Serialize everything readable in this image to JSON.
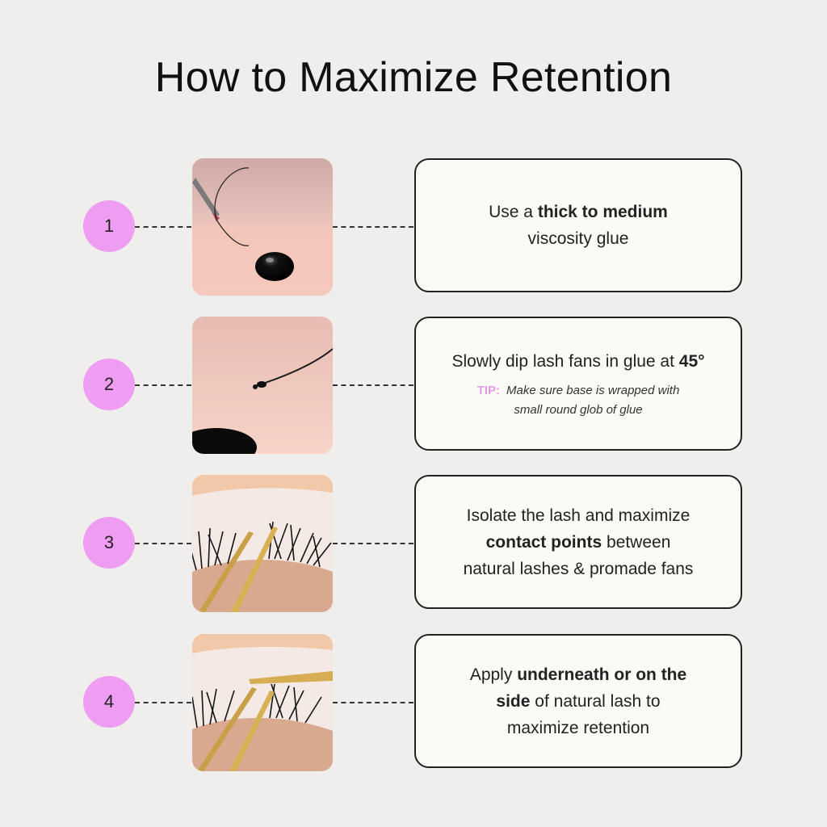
{
  "title": "How to Maximize Retention",
  "colors": {
    "badge": "#ee9df2",
    "tip_label": "#e49ae8",
    "background": "#efeeec"
  },
  "steps": [
    {
      "number": "1",
      "photo": "glue-drop-photo",
      "text_pre": "Use a ",
      "text_bold": "thick to medium",
      "text_post": "viscosity glue"
    },
    {
      "number": "2",
      "photo": "lash-fan-dip-photo",
      "text_pre": "Slowly dip lash fans in glue at ",
      "text_bold": "45°",
      "tip_label": "TIP:",
      "tip_line1": "Make sure base is wrapped with",
      "tip_line2": "small round glob of glue"
    },
    {
      "number": "3",
      "photo": "lash-isolation-photo",
      "text_pre": "Isolate the lash and maximize",
      "text_bold": "contact points",
      "text_mid": " between",
      "text_post": "natural lashes & promade fans"
    },
    {
      "number": "4",
      "photo": "lash-application-photo",
      "text_pre": "Apply ",
      "text_bold": "underneath or on the",
      "text_bold2": "side",
      "text_mid": " of natural lash to",
      "text_post": "maximize retention"
    }
  ]
}
